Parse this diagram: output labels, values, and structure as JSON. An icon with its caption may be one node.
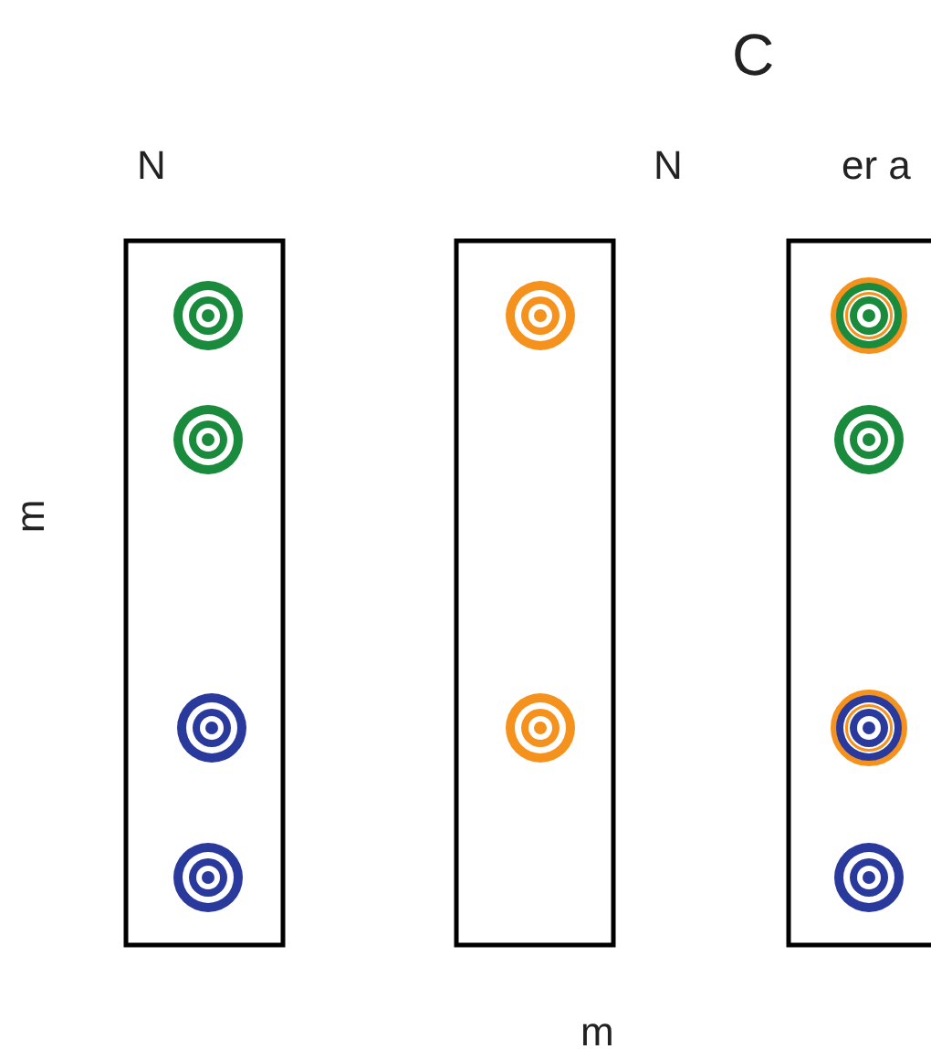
{
  "diagram": {
    "labels": [
      "C",
      "N",
      "N",
      "er a",
      "m",
      "m"
    ]
  }
}
